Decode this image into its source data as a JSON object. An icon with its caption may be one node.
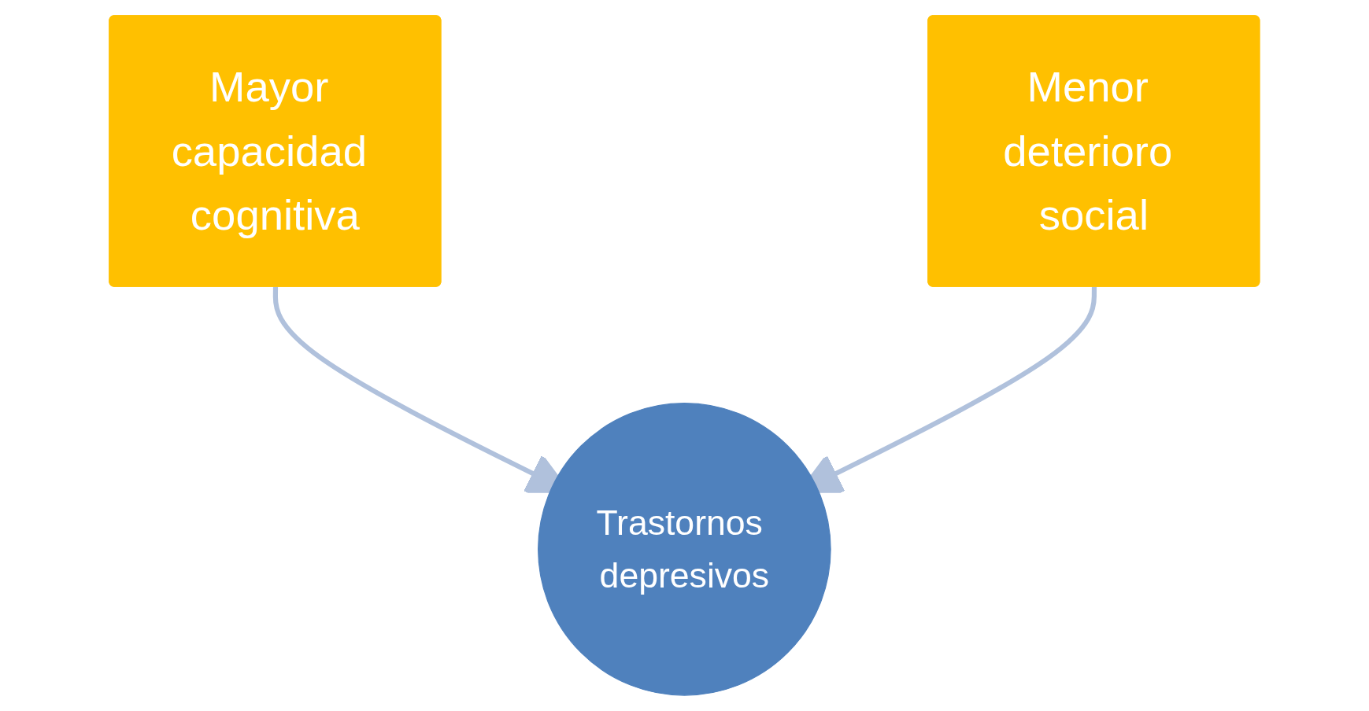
{
  "diagram": {
    "nodes": [
      {
        "text": [
          "Mayor capacidad cognitiva"
        ]
      },
      {
        "text": [
          "Menor deterioro social"
        ]
      },
      {
        "text": [
          "Trastornos depresivos"
        ]
      }
    ],
    "edges": [
      {
        "from": 0,
        "to": 2,
        "arrow": "to"
      },
      {
        "from": 1,
        "to": 2,
        "arrow": "to"
      }
    ]
  }
}
